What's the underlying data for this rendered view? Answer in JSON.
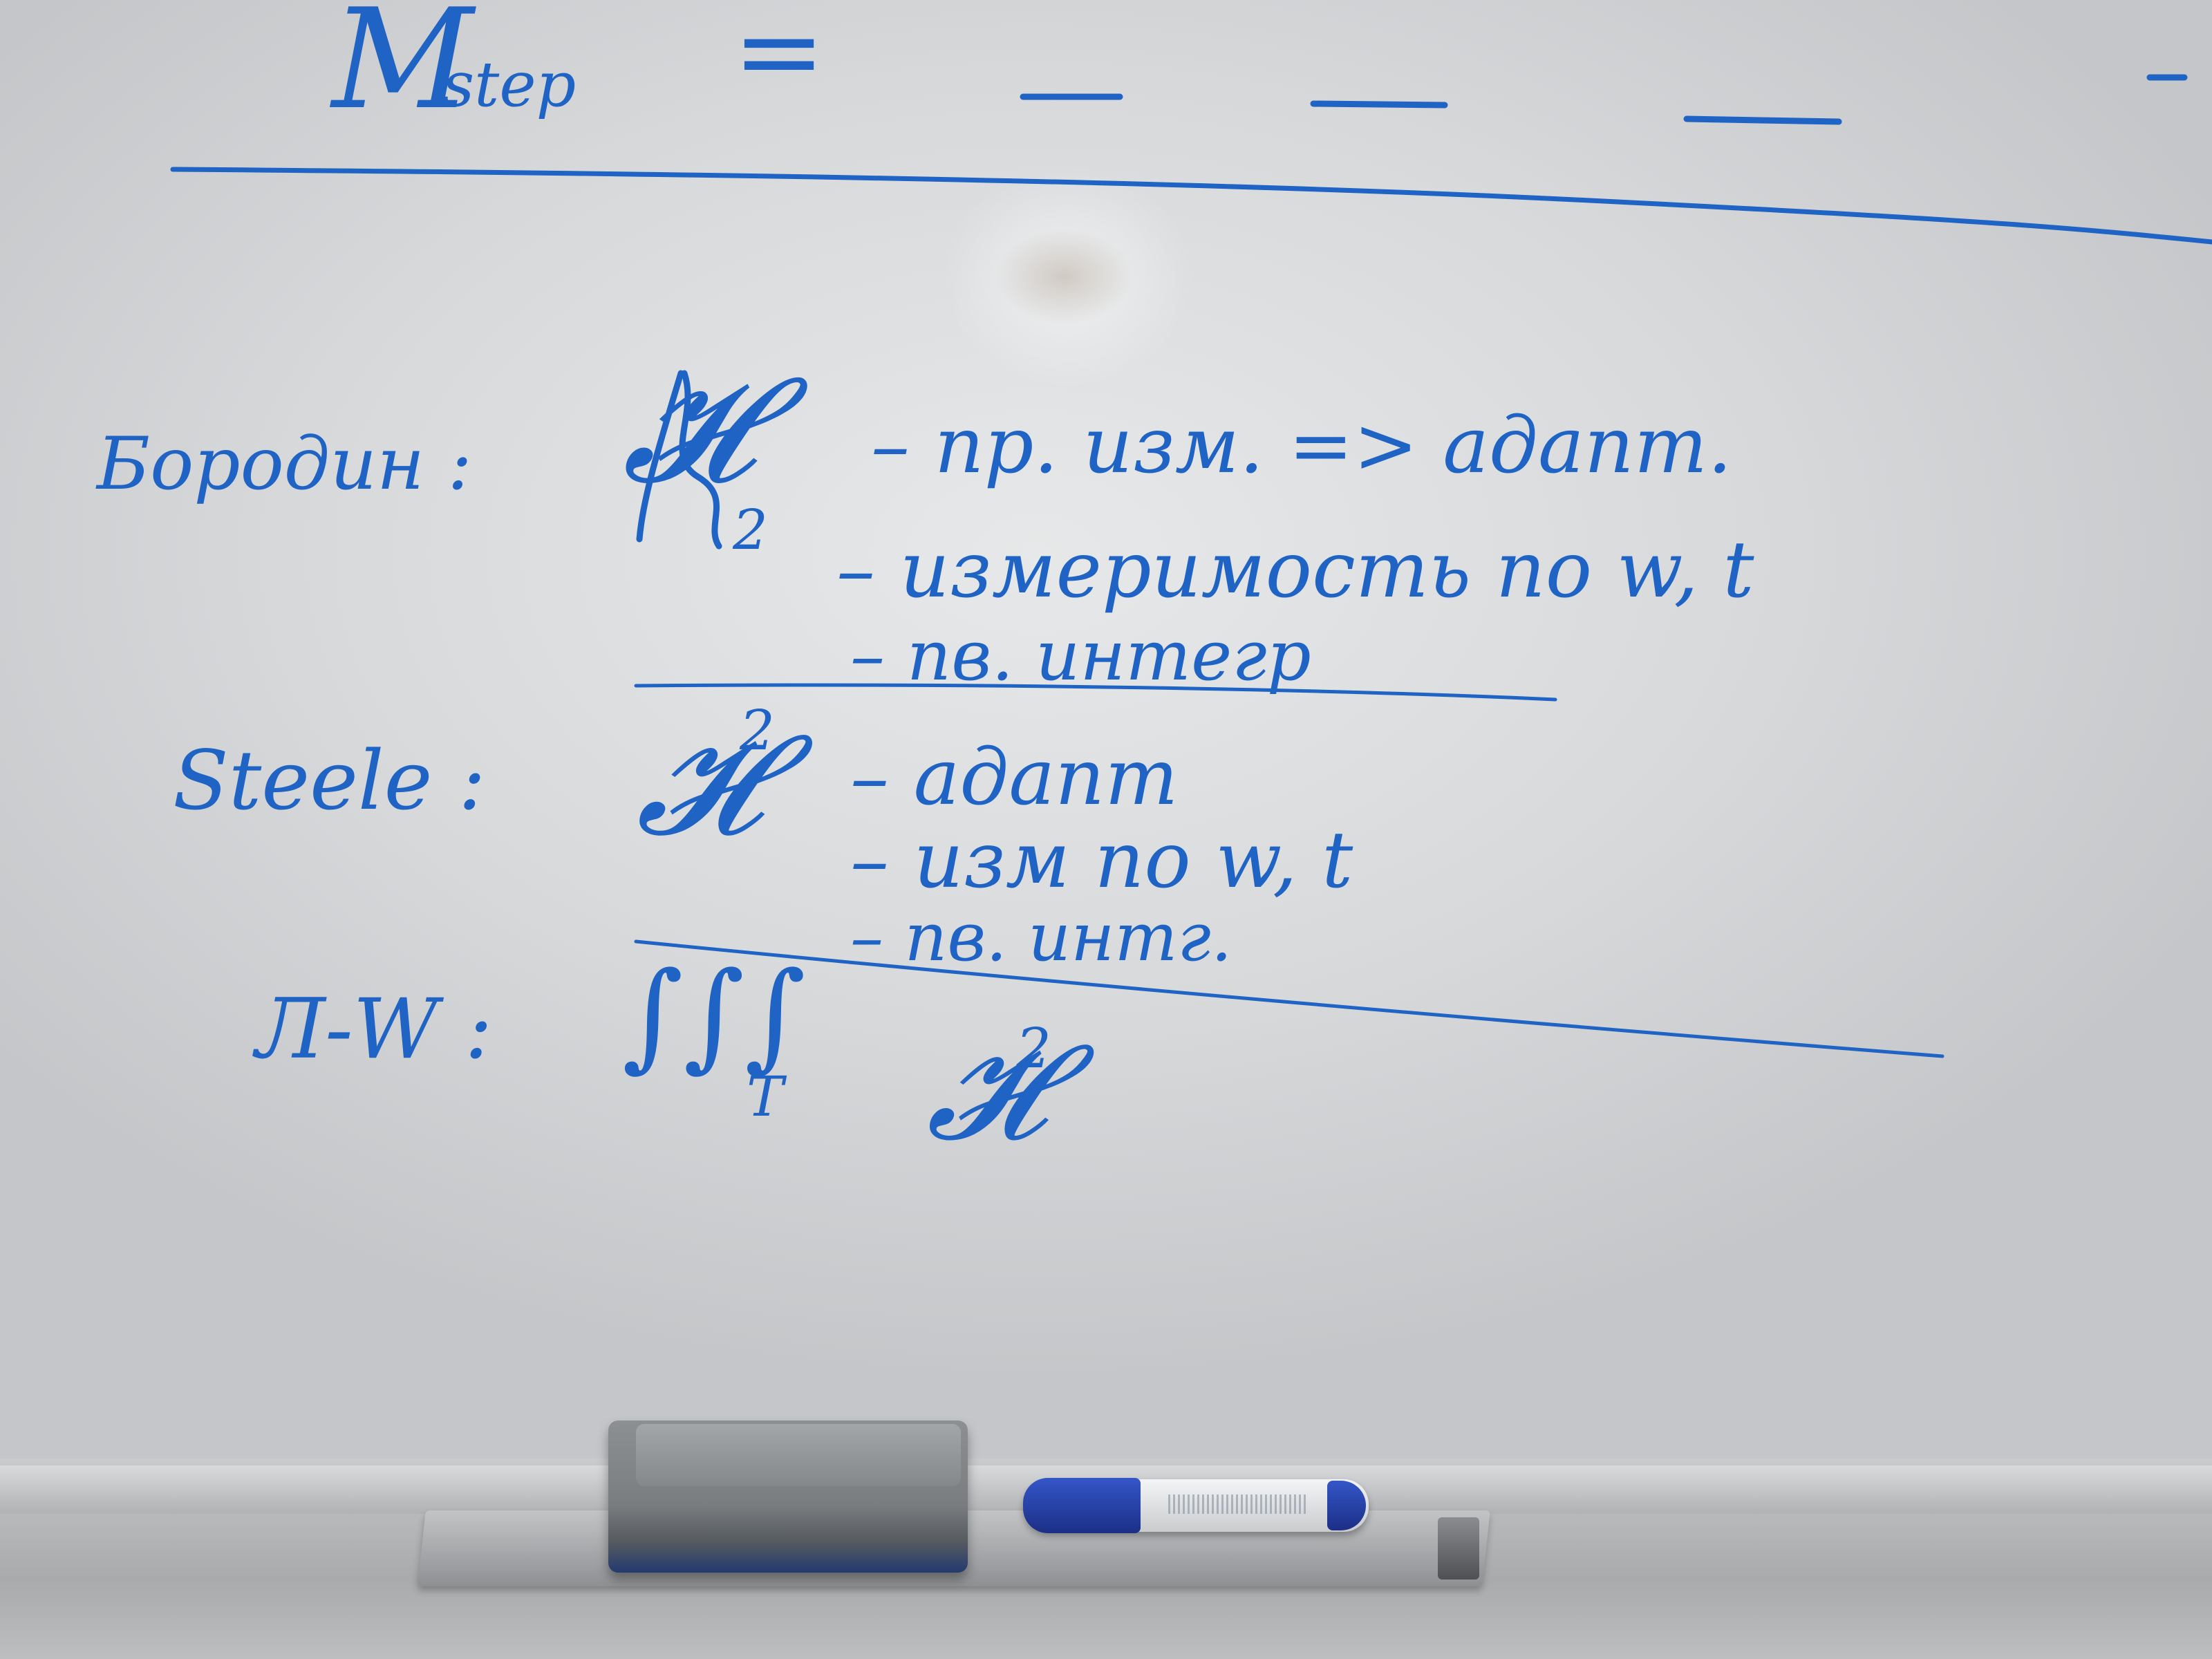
{
  "whiteboard": {
    "header": {
      "symbol": "M",
      "subscript": "step",
      "equals": "="
    },
    "rows": [
      {
        "author": "Бородин :",
        "space": "𝓗",
        "space_index": "2",
        "notes": [
          "– пр. изм. => адапт.",
          "– измеримость по w, t",
          "– пв. интегр"
        ]
      },
      {
        "author": "Steele :",
        "space": "𝓗",
        "space_index": "2",
        "notes": [
          "– адапт",
          "– изм по w, t",
          "– пв. интг."
        ]
      },
      {
        "author": "Л-W :",
        "space": "∫∫∫",
        "space_index": "T",
        "extra": "𝓗",
        "extra_index": "2"
      }
    ],
    "colors": {
      "ink": "#1f63c4",
      "board": "#dcdedf",
      "tray": "#b0b2b4",
      "eraser": "#7a7d80",
      "marker_cap": "#2b47a8"
    },
    "objects": [
      "eraser",
      "whiteboard-marker"
    ]
  }
}
